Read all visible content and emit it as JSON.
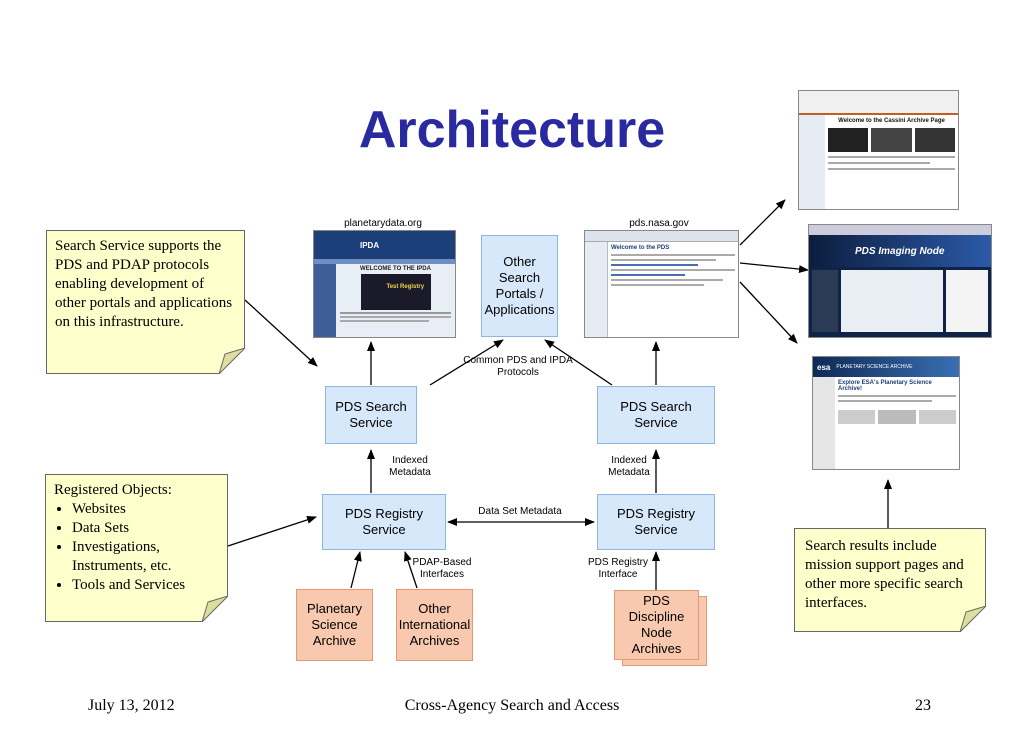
{
  "title": "Architecture",
  "notes": {
    "search_service": "Search Service supports the PDS and PDAP protocols enabling development of other portals and applications on this infrastructure.",
    "registered_heading": "Registered Objects:",
    "registered_items": [
      "Websites",
      "Data Sets",
      "Investigations, Instruments, etc.",
      "Tools and Services"
    ],
    "search_results": "Search results include mission support pages and other more specific search interfaces."
  },
  "sites": {
    "left_caption": "planetarydata.org",
    "right_caption": "pds.nasa.gov",
    "ipda_header": "IPDA",
    "ipda_welcome": "WELCOME TO THE IPDA",
    "ipda_badge": "Test Registry",
    "pds_header": "Welcome to the PDS",
    "cassini_welcome": "Welcome to the Cassini Archive Page",
    "imaging_banner": "PDS Imaging Node",
    "esa_logo": "esa",
    "esa_banner": "PLANETARY SCIENCE ARCHIVE",
    "esa_heading": "Explore ESA's Planetary Science Archive!"
  },
  "diagram": {
    "other_portals": "Other Search Portals / Applications",
    "protocols": "Common PDS and IPDA Protocols",
    "search_left": "PDS Search Service",
    "search_right": "PDS Search Service",
    "indexed_left": "Indexed Metadata",
    "indexed_right": "Indexed Metadata",
    "registry_left": "PDS Registry Service",
    "registry_right": "PDS Registry Service",
    "dataset_metadata": "Data Set Metadata",
    "pdap_interfaces": "PDAP-Based Interfaces",
    "pds_registry_interface": "PDS Registry Interface",
    "psa": "Planetary Science Archive",
    "other_intl": "Other International Archives",
    "discipline": "PDS Discipline Node Archives"
  },
  "footer": {
    "date": "July 13, 2012",
    "center": "Cross-Agency Search and Access",
    "page": "23"
  },
  "colors": {
    "title": "#2a2aa0",
    "note_bg": "#ffffcc",
    "blue_box": "#d7e8fb",
    "orange_box": "#f8c9ae"
  }
}
